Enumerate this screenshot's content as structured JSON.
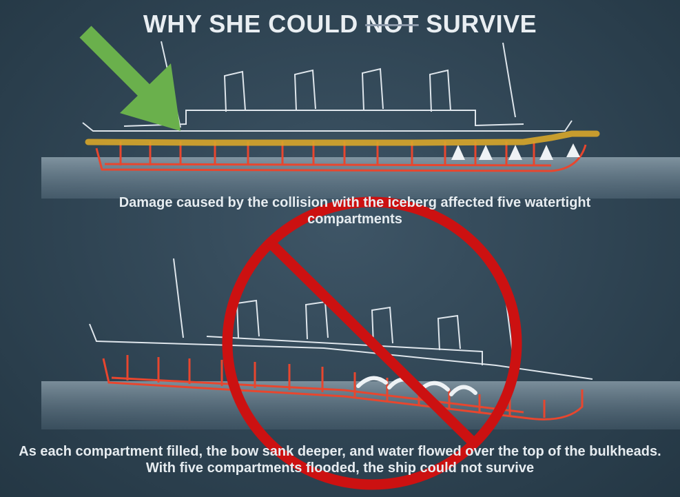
{
  "title": {
    "part1": "WHY SHE COULD ",
    "struck": "NOT",
    "part2": " SURVIVE"
  },
  "captions": {
    "top": "Damage caused by the collision with the iceberg affected five watertight compartments",
    "bottom": "As each compartment filled, the bow sank deeper, and water flowed over the top of the bulkheads. With five compartments flooded, the ship could not survive"
  },
  "colors": {
    "background": "#2f4453",
    "ship_outline": "#dfe6ec",
    "hull_red": "#e8462e",
    "water": "#6f8493",
    "annotation_arrow": "#6ab04c",
    "annotation_line": "#d8a62a",
    "prohibition_sign": "#cc1111"
  },
  "annotations": {
    "arrow_icon": "green-arrow-icon",
    "highlight_line": "waterline-highlight",
    "prohibition_icon": "no-symbol-icon"
  }
}
